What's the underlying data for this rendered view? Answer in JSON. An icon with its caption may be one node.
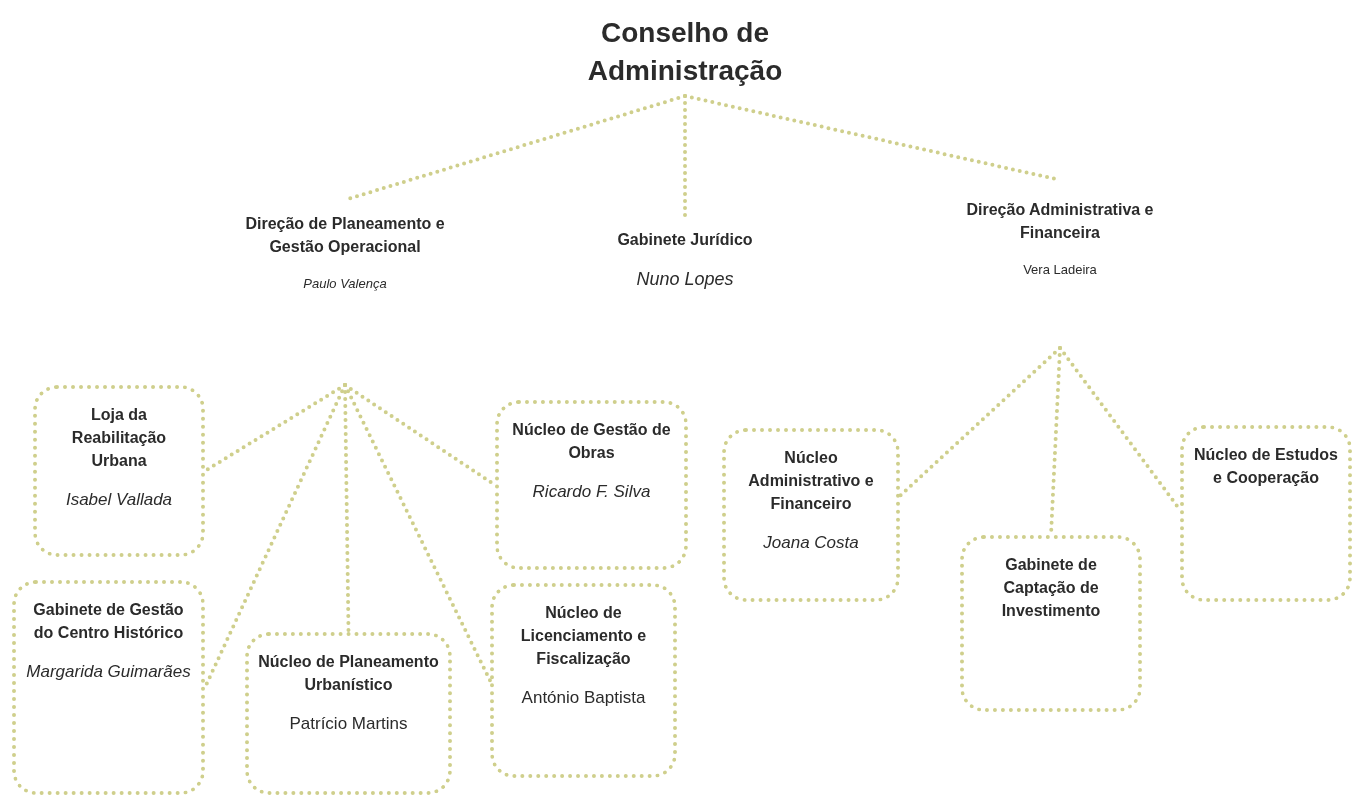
{
  "diagram": {
    "nodes": [
      {
        "text": [
          "Conselho de Administração"
        ]
      },
      {
        "text": [
          "Direção de Planeamento e Gestão Operacional",
          "Paulo Valença"
        ]
      },
      {
        "text": [
          "Gabinete Jurídico",
          "Nuno Lopes"
        ]
      },
      {
        "text": [
          "Direção Administrativa e Financeira",
          "Vera Ladeira"
        ]
      },
      {
        "text": [
          "Loja da Reabilitação Urbana",
          "Isabel Vallada"
        ]
      },
      {
        "text": [
          "Núcleo de Gestão de Obras",
          "Ricardo F. Silva"
        ]
      },
      {
        "text": [
          "Gabinete de Gestão do Centro Histórico",
          "Margarida Guimarães"
        ]
      },
      {
        "text": [
          "Núcleo de Planeamento Urbanístico",
          "Patrício Martins"
        ]
      },
      {
        "text": [
          "Núcleo de Licenciamento e Fiscalização",
          "António Baptista"
        ]
      },
      {
        "text": [
          "Núcleo Administrativo e Financeiro",
          "Joana Costa"
        ]
      },
      {
        "text": [
          "Gabinete de Captação de Investimento"
        ]
      },
      {
        "text": [
          "Núcleo de Estudos e Cooperação"
        ]
      }
    ],
    "edges": [
      {
        "from": 0,
        "to": 1,
        "arrow": "none"
      },
      {
        "from": 0,
        "to": 2,
        "arrow": "none"
      },
      {
        "from": 0,
        "to": 3,
        "arrow": "none"
      },
      {
        "from": 1,
        "to": 4,
        "arrow": "none"
      },
      {
        "from": 1,
        "to": 5,
        "arrow": "none"
      },
      {
        "from": 1,
        "to": 6,
        "arrow": "none"
      },
      {
        "from": 1,
        "to": 7,
        "arrow": "none"
      },
      {
        "from": 1,
        "to": 8,
        "arrow": "none"
      },
      {
        "from": 3,
        "to": 9,
        "arrow": "none"
      },
      {
        "from": 3,
        "to": 10,
        "arrow": "none"
      },
      {
        "from": 3,
        "to": 11,
        "arrow": "none"
      }
    ]
  }
}
